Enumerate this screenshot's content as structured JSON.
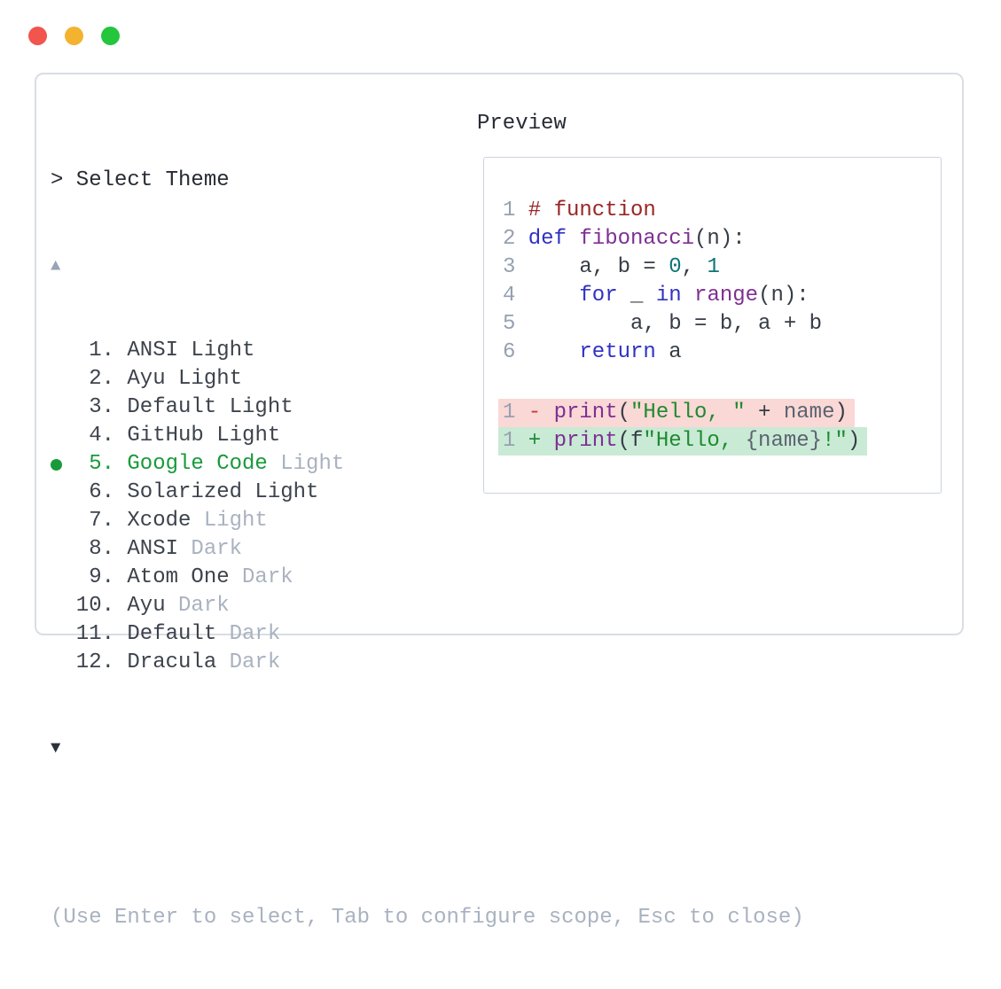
{
  "window_controls": {
    "close_color": "#f1554e",
    "minimize_color": "#f3b32f",
    "maximize_color": "#24c63e"
  },
  "theme_picker": {
    "prompt": "> Select Theme",
    "scroll_up": "▲",
    "scroll_down": "▼",
    "accent_green": "#189a3a",
    "dim_color": "#a9b2c0",
    "items": [
      {
        "number": "1.",
        "name": "ANSI",
        "variant": "Light",
        "variant_dim": false,
        "selected": false
      },
      {
        "number": "2.",
        "name": "Ayu",
        "variant": "Light",
        "variant_dim": false,
        "selected": false
      },
      {
        "number": "3.",
        "name": "Default",
        "variant": "Light",
        "variant_dim": false,
        "selected": false
      },
      {
        "number": "4.",
        "name": "GitHub",
        "variant": "Light",
        "variant_dim": false,
        "selected": false
      },
      {
        "number": "5.",
        "name": "Google Code",
        "variant": "Light",
        "variant_dim": true,
        "selected": true
      },
      {
        "number": "6.",
        "name": "Solarized",
        "variant": "Light",
        "variant_dim": false,
        "selected": false
      },
      {
        "number": "7.",
        "name": "Xcode",
        "variant": "Light",
        "variant_dim": true,
        "selected": false
      },
      {
        "number": "8.",
        "name": "ANSI",
        "variant": "Dark",
        "variant_dim": true,
        "selected": false
      },
      {
        "number": "9.",
        "name": "Atom One",
        "variant": "Dark",
        "variant_dim": true,
        "selected": false
      },
      {
        "number": "10.",
        "name": "Ayu",
        "variant": "Dark",
        "variant_dim": true,
        "selected": false
      },
      {
        "number": "11.",
        "name": "Default",
        "variant": "Dark",
        "variant_dim": true,
        "selected": false
      },
      {
        "number": "12.",
        "name": "Dracula",
        "variant": "Dark",
        "variant_dim": true,
        "selected": false
      }
    ],
    "help_text": "(Use Enter to select, Tab to configure scope, Esc to close)"
  },
  "preview": {
    "label": "Preview",
    "syntax_colors": {
      "comment": "#992626",
      "keyword": "#3032c2",
      "function": "#7e2f93",
      "number": "#0e7575",
      "string": "#1f8a2f",
      "plain": "#363c46",
      "identifier": "#5c6370",
      "line_number": "#96a0b2",
      "diff_minus": "#c43c35",
      "diff_plus": "#1e8a3c",
      "removed_bg": "#f9d8d6",
      "added_bg": "#c9ead5"
    },
    "code_lines": [
      {
        "number": "1",
        "tokens": [
          {
            "t": "# function",
            "c": "comment"
          }
        ]
      },
      {
        "number": "2",
        "tokens": [
          {
            "t": "def",
            "c": "keyword"
          },
          {
            "t": " ",
            "c": "plain"
          },
          {
            "t": "fibonacci",
            "c": "function"
          },
          {
            "t": "(n):",
            "c": "plain"
          }
        ]
      },
      {
        "number": "3",
        "tokens": [
          {
            "t": "    a, b = ",
            "c": "plain"
          },
          {
            "t": "0",
            "c": "number"
          },
          {
            "t": ", ",
            "c": "plain"
          },
          {
            "t": "1",
            "c": "number"
          }
        ]
      },
      {
        "number": "4",
        "tokens": [
          {
            "t": "    ",
            "c": "plain"
          },
          {
            "t": "for",
            "c": "keyword"
          },
          {
            "t": " _ ",
            "c": "plain"
          },
          {
            "t": "in",
            "c": "keyword"
          },
          {
            "t": " ",
            "c": "plain"
          },
          {
            "t": "range",
            "c": "function"
          },
          {
            "t": "(n):",
            "c": "plain"
          }
        ]
      },
      {
        "number": "5",
        "tokens": [
          {
            "t": "        a, b = b, a + b",
            "c": "plain"
          }
        ]
      },
      {
        "number": "6",
        "tokens": [
          {
            "t": "    ",
            "c": "plain"
          },
          {
            "t": "return",
            "c": "keyword"
          },
          {
            "t": " a",
            "c": "plain"
          }
        ]
      }
    ],
    "diff_lines": [
      {
        "number": "1",
        "kind": "removed",
        "tokens": [
          {
            "t": "- ",
            "c": "minus"
          },
          {
            "t": "print",
            "c": "function"
          },
          {
            "t": "(",
            "c": "plain"
          },
          {
            "t": "\"Hello, \"",
            "c": "string"
          },
          {
            "t": " + ",
            "c": "plain"
          },
          {
            "t": "name",
            "c": "identifier"
          },
          {
            "t": ")",
            "c": "plain"
          }
        ]
      },
      {
        "number": "1",
        "kind": "added",
        "tokens": [
          {
            "t": "+ ",
            "c": "plus"
          },
          {
            "t": "print",
            "c": "function"
          },
          {
            "t": "(f",
            "c": "plain"
          },
          {
            "t": "\"Hello, ",
            "c": "string"
          },
          {
            "t": "{name}",
            "c": "identifier"
          },
          {
            "t": "!\"",
            "c": "string"
          },
          {
            "t": ")",
            "c": "plain"
          }
        ]
      }
    ]
  }
}
